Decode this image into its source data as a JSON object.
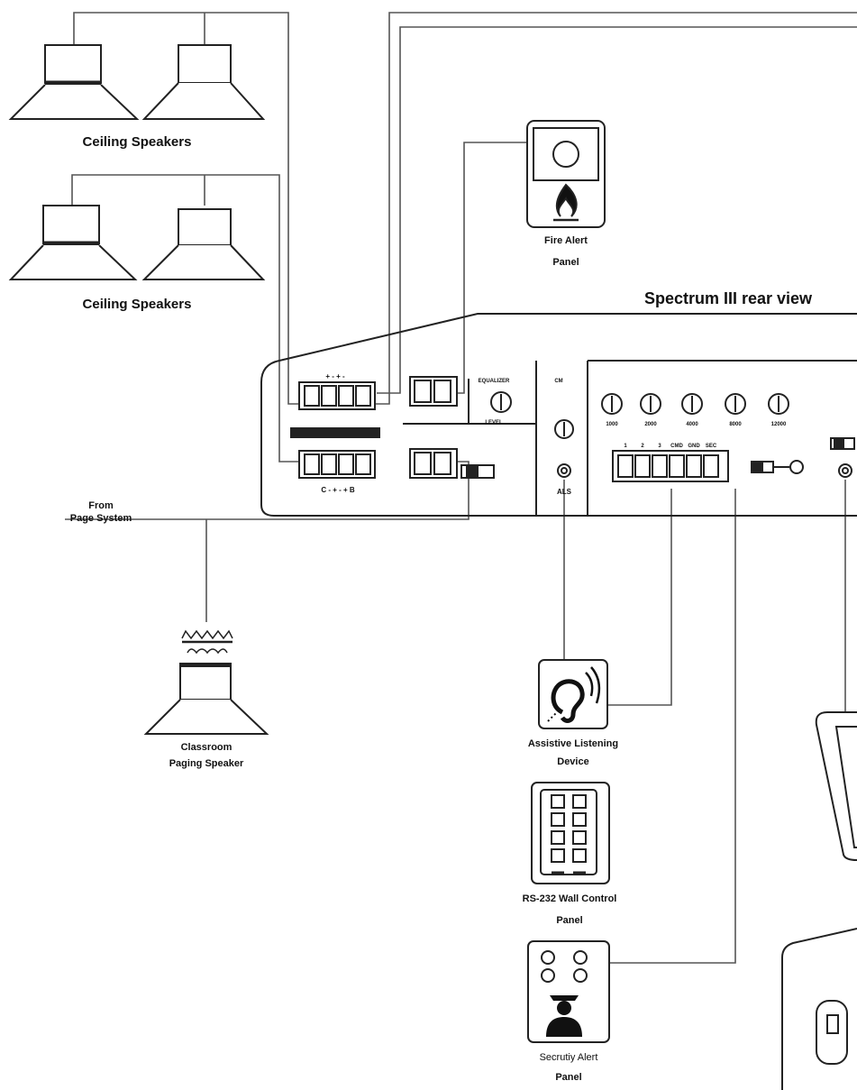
{
  "diagram": {
    "title": "Spectrum III rear view",
    "colors": {
      "stroke": "#222222",
      "wire": "#555555",
      "background": "#ffffff"
    },
    "labels": {
      "ceiling_speakers_1": "Ceiling Speakers",
      "ceiling_speakers_2": "Ceiling Speakers",
      "fire_alert_line1": "Fire Alert",
      "fire_alert_line2": "Panel",
      "from_line1": "From",
      "from_line2": "Page System",
      "classroom_line1": "Classroom",
      "classroom_line2": "Paging Speaker",
      "assistive_line1": "Assistive Listening",
      "assistive_line2": "Device",
      "rs232_line1": "RS-232 Wall Control",
      "rs232_line2": "Panel",
      "security_line1": "Secrutiy Alert",
      "security_line2": "Panel"
    },
    "panel_text": {
      "equalizer": "EQUALIZER",
      "cm": "CM",
      "level": "LEVEL",
      "als": "ALS",
      "terminal_top": "+ - + -",
      "terminal_bottom": "C - + - + B",
      "eq_bands": [
        "1000",
        "2000",
        "4000",
        "8000",
        "12000"
      ],
      "rs232_pins": [
        "1",
        "2",
        "3",
        "CMD",
        "GND",
        "SEC"
      ]
    }
  }
}
